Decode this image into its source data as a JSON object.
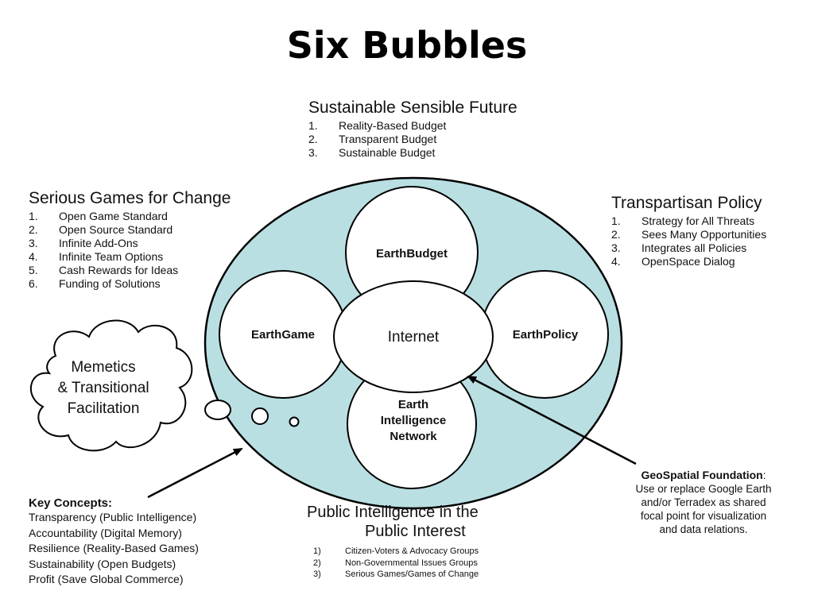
{
  "title": "Six Bubbles",
  "colors": {
    "ellipse_fill": "#b9dfe2",
    "stroke": "#000000",
    "bubble_fill": "#ffffff"
  },
  "top_block": {
    "heading": "Sustainable Sensible Future",
    "items": [
      {
        "num": "1.",
        "text": "Reality-Based Budget"
      },
      {
        "num": "2.",
        "text": "Transparent Budget"
      },
      {
        "num": "3.",
        "text": "Sustainable Budget"
      }
    ]
  },
  "left_block": {
    "heading": "Serious Games for Change",
    "items": [
      {
        "num": "1.",
        "text": "Open Game Standard"
      },
      {
        "num": "2.",
        "text": "Open Source Standard"
      },
      {
        "num": "3.",
        "text": "Infinite Add-Ons"
      },
      {
        "num": "4.",
        "text": "Infinite Team Options"
      },
      {
        "num": "5.",
        "text": "Cash Rewards for Ideas"
      },
      {
        "num": "6.",
        "text": "Funding of Solutions"
      }
    ]
  },
  "right_block": {
    "heading": "Transpartisan Policy",
    "items": [
      {
        "num": "1.",
        "text": "Strategy for All Threats"
      },
      {
        "num": "2.",
        "text": "Sees Many Opportunities"
      },
      {
        "num": "3.",
        "text": "Integrates all Policies"
      },
      {
        "num": "4.",
        "text": "OpenSpace Dialog"
      }
    ]
  },
  "bubbles": {
    "top": "EarthBudget",
    "left": "EarthGame",
    "right": "EarthPolicy",
    "center": "Internet",
    "bottom": [
      "Earth",
      "Intelligence",
      "Network"
    ]
  },
  "cloud": [
    "Memetics",
    "& Transitional",
    "Facilitation"
  ],
  "key_concepts": {
    "heading": "Key Concepts:",
    "items": [
      "Transparency (Public Intelligence)",
      "Accountability (Digital Memory)",
      "Resilience (Reality-Based Games)",
      "Sustainability (Open Budgets)",
      "Profit (Save Global Commerce)"
    ]
  },
  "bottom_block": {
    "heading_line1": "Public Intelligence in the",
    "heading_line2": "Public Interest",
    "items": [
      {
        "num": "1)",
        "text": "Citizen-Voters & Advocacy Groups"
      },
      {
        "num": "2)",
        "text": "Non-Governmental Issues Groups"
      },
      {
        "num": "3)",
        "text": "Serious Games/Games of Change"
      }
    ]
  },
  "geospatial": {
    "heading": "GeoSpatial Foundation",
    "colon": ":",
    "lines": [
      "Use or replace Google Earth",
      "and/or Terradex as shared",
      "focal point for visualization",
      "and data relations."
    ]
  }
}
